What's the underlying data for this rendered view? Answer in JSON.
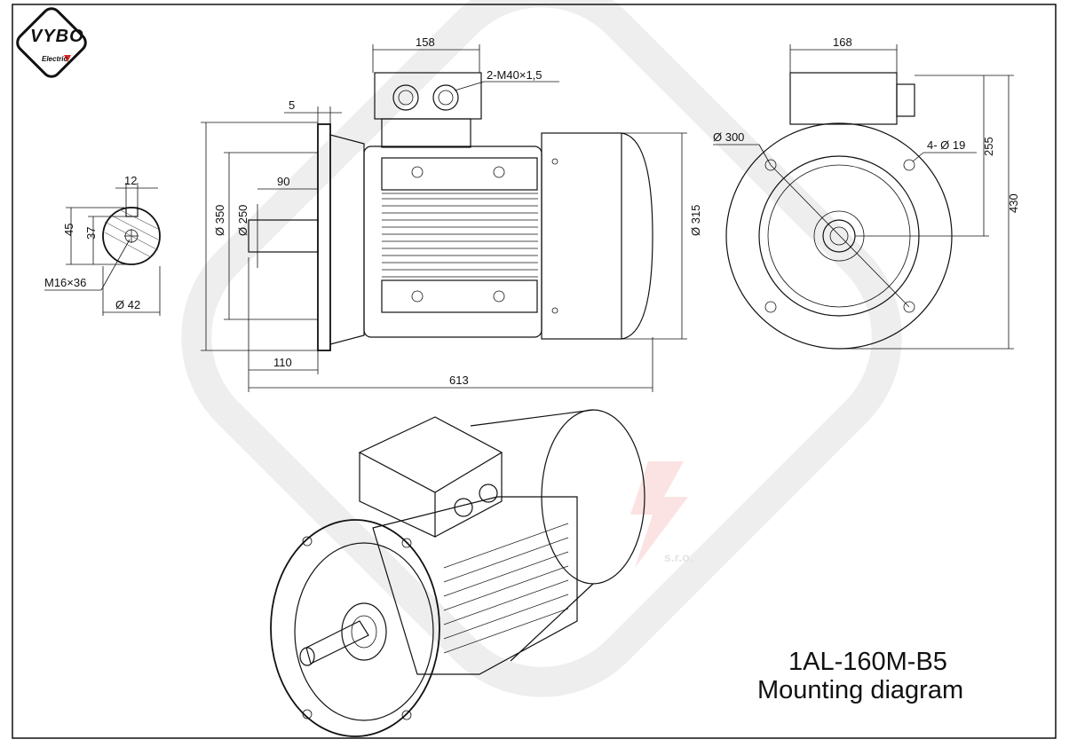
{
  "logo": {
    "brand": "VYBO",
    "sub": "Electric"
  },
  "watermark": {
    "sub": "s.r.o."
  },
  "title": {
    "model": "1AL-160M-B5",
    "caption": "Mounting diagram"
  },
  "shaft_end_view": {
    "key_width": "12",
    "height_45": "45",
    "height_37": "37",
    "thread": "M16×36",
    "diameter": "Ø 42"
  },
  "side_view": {
    "terminal_box_width": "158",
    "cable_glands": "2-M40×1,5",
    "flange_thickness": "5",
    "shaft_distance": "90",
    "flange_diameter": "Ø 350",
    "spigot_diameter": "Ø 250",
    "body_diameter": "Ø 315",
    "shaft_length": "110",
    "overall_length": "613"
  },
  "front_view": {
    "terminal_box_width": "168",
    "pcd": "Ø 300",
    "bolt_holes": "4- Ø 19",
    "axis_height": "255",
    "overall_height": "430"
  }
}
